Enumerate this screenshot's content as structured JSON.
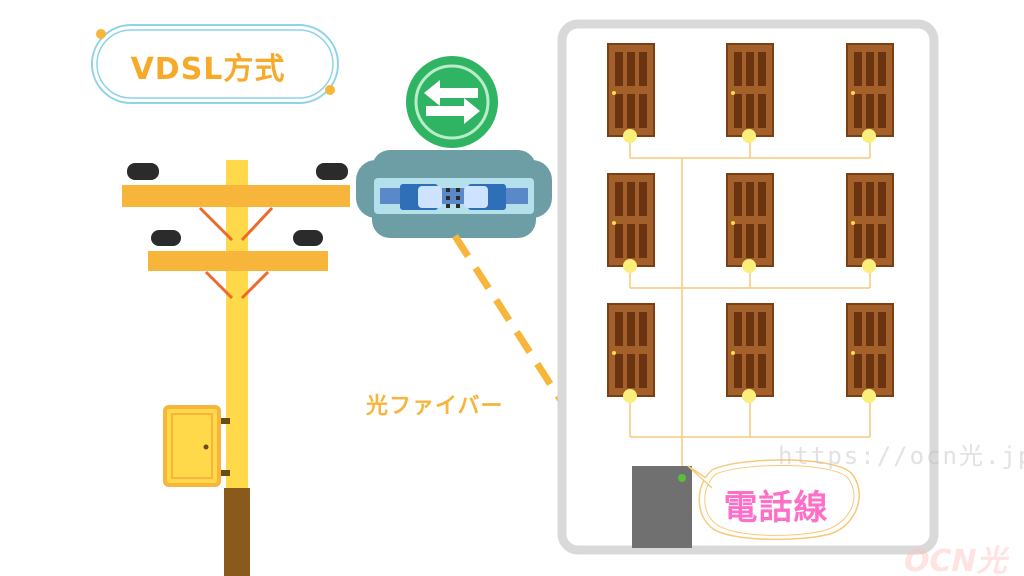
{
  "title": "VDSL方式",
  "fiber_label": "光ファイバー",
  "phone_line_label": "電話線",
  "watermark": {
    "url": "https://ocn光.jp/",
    "logo": "OCN光"
  },
  "building": {
    "floors": 3,
    "rooms_per_floor": 3
  },
  "icons": {
    "transfer": "arrows-exchange-icon",
    "closure": "fiber-closure-icon",
    "pole": "utility-pole-icon",
    "door": "door-icon",
    "mdf": "distribution-box-icon"
  },
  "colors": {
    "title": "#f7a928",
    "fiber": "#f7b53b",
    "phone_line": "#ff6fc9",
    "transfer_icon": "#2fb463",
    "building_frame": "#d9d9d9",
    "door": "#a4602b",
    "pole": "#ffd94a",
    "crossarm": "#f7b53b",
    "closure": "#6d9ea6",
    "wire": "#f7c97a"
  }
}
